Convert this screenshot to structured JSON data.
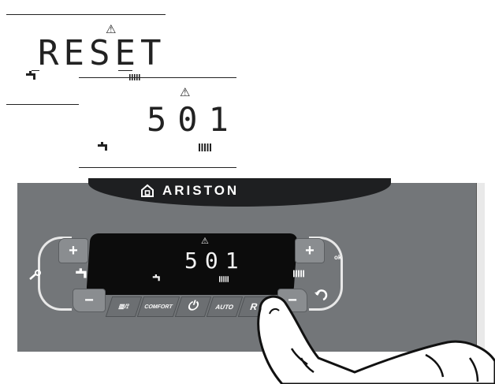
{
  "top_display": {
    "warning_glyph": "⚠",
    "code_text": "RESET",
    "tap_icon": "tap-icon",
    "radiator_icon": "radiator-icon"
  },
  "mid_display": {
    "warning_glyph": "⚠",
    "code_text": "501",
    "tap_icon": "tap-icon",
    "radiator_icon": "radiator-icon"
  },
  "panel": {
    "brand": "ARISTON",
    "screen": {
      "warning_glyph": "⚠",
      "code_text": "501"
    },
    "buttons": {
      "left_plus": "+",
      "left_minus": "−",
      "right_plus": "+",
      "right_minus": "−",
      "ok_label": "ok",
      "mode_label": "▥/⟟",
      "comfort_label": "COMFORT",
      "power_symbol": "⏻",
      "auto_label": "AUTO",
      "reset_label": "R"
    },
    "colors": {
      "panel": "#737679",
      "screen": "#0c0c0c",
      "band": "#1e1f21"
    }
  }
}
